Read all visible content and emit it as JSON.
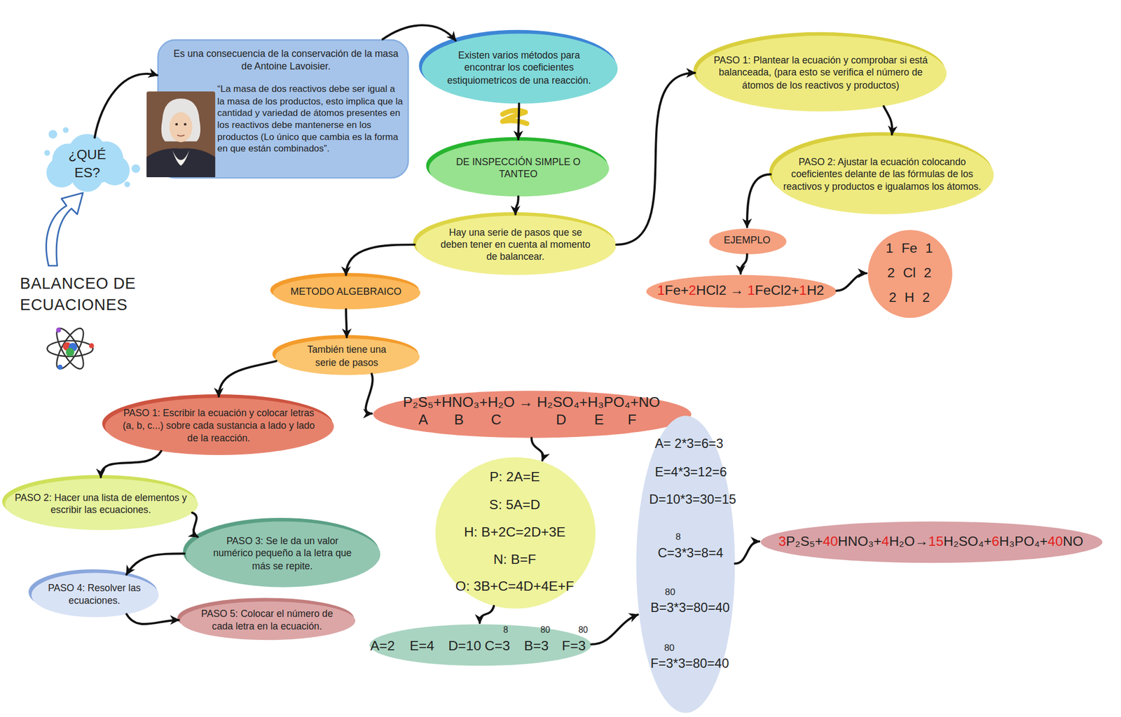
{
  "diagram": {
    "title": "BALANCEO DE ECUACIONES",
    "nodes": [
      {
        "text": [
          "¿QUÉ ES?"
        ]
      },
      {
        "text": [
          "Es una consecuencia de la conservación de la masa de Antoine Lavoisier.",
          "“La masa de dos reactivos debe ser igual a la masa de los productos, esto implica que la cantidad y variedad de átomos presentes en los reactivos debe mantenerse en los productos (Lo único que cambia es la forma en que están combinados”."
        ]
      },
      {
        "text": [
          "Existen varios métodos para encontrar los coeficientes estiquiometricos de una reacción."
        ]
      },
      {
        "text": [
          "DE INSPECCIÓN SIMPLE O TANTEO"
        ]
      },
      {
        "text": [
          "Hay una serie de pasos que se deben tener en cuenta al momento de balancear."
        ]
      },
      {
        "text": [
          "PASO 1: Plantear la ecuación y comprobar si está balanceada, (para esto se verifica el número de átomos de los reactivos y productos)"
        ]
      },
      {
        "text": [
          "PASO 2: Ajustar la ecuación colocando coeficientes delante de las fórmulas de los reactivos y productos e igualamos los átomos."
        ]
      },
      {
        "text": [
          "EJEMPLO"
        ]
      },
      {
        "text": [
          "1Fe+2HCl2 → 1FeCl2+1H2"
        ]
      },
      {
        "text": [
          "1 Fe 1",
          "2 Cl 2",
          "2 H 2"
        ]
      },
      {
        "text": [
          "METODO ALGEBRAICO"
        ]
      },
      {
        "text": [
          "También tiene una serie de pasos"
        ]
      },
      {
        "text": [
          "PASO 1: Escribir la ecuación y colocar letras (a, b, c...) sobre cada sustancia a lado y lado de la reacción."
        ]
      },
      {
        "text": [
          "PASO 2: Hacer una lista de elementos y escribir las ecuaciones."
        ]
      },
      {
        "text": [
          "PASO 3: Se le da un valor numérico pequeño a la letra que más se repite."
        ]
      },
      {
        "text": [
          "PASO 4: Resolver las ecuaciones."
        ]
      },
      {
        "text": [
          "PASO 5: Colocar el número de cada letra en la ecuación."
        ]
      },
      {
        "text": [
          "P₂S₅+HNO₃+H₂O → H₂SO₄+H₃PO₄+NO",
          "A",
          "B",
          "C",
          "D",
          "E",
          "F"
        ]
      },
      {
        "text": [
          "P: 2A=E",
          "S: 5A=D",
          "H: B+2C=2D+3E",
          "N: B=F",
          "O: 3B+C=4D+4E+F"
        ]
      },
      {
        "text": [
          "A=2",
          "E=4",
          "D=10",
          "8",
          "C=3",
          "80",
          "B=3",
          "80",
          "F=3"
        ]
      },
      {
        "text": [
          "A= 2*3=6=3",
          "E=4*3=12=6",
          "D=10*3=30=15",
          "8",
          "C=3*3=8=4",
          "80",
          "B=3*3=80=40",
          "80",
          "F=3*3=80=40"
        ]
      },
      {
        "text": [
          "3P₂S₅+40HNO₃+4H₂O→15H₂SO₄+6H₃PO₄+40NO"
        ]
      }
    ],
    "edges": [
      {
        "from": 0,
        "to": 1,
        "arrow": "to"
      },
      {
        "from": 1,
        "to": 2,
        "arrow": "to"
      },
      {
        "from": 2,
        "to": 3,
        "arrow": "to"
      },
      {
        "from": 3,
        "to": 4,
        "arrow": "to"
      },
      {
        "from": 4,
        "to": 5,
        "arrow": "to"
      },
      {
        "from": 5,
        "to": 6,
        "arrow": "to"
      },
      {
        "from": 6,
        "to": 7,
        "arrow": "to"
      },
      {
        "from": 7,
        "to": 8,
        "arrow": "to"
      },
      {
        "from": 8,
        "to": 9,
        "arrow": "to"
      },
      {
        "from": 4,
        "to": 10,
        "arrow": "to"
      },
      {
        "from": 10,
        "to": 11,
        "arrow": "to"
      },
      {
        "from": 11,
        "to": 12,
        "arrow": "to"
      },
      {
        "from": 11,
        "to": 17,
        "arrow": "to"
      },
      {
        "from": 12,
        "to": 13,
        "arrow": "to"
      },
      {
        "from": 13,
        "to": 14,
        "arrow": "to"
      },
      {
        "from": 14,
        "to": 15,
        "arrow": "to"
      },
      {
        "from": 15,
        "to": 16,
        "arrow": "to"
      },
      {
        "from": 17,
        "to": 18,
        "arrow": "to"
      },
      {
        "from": 18,
        "to": 19,
        "arrow": "to"
      },
      {
        "from": 19,
        "to": 20,
        "arrow": "to"
      },
      {
        "from": 20,
        "to": 21,
        "arrow": "to"
      }
    ]
  }
}
